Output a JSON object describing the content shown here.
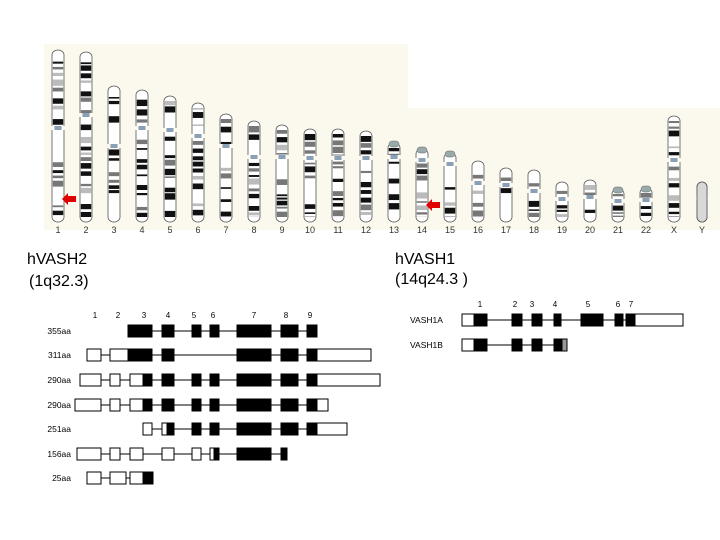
{
  "karyotype": {
    "chromosome_labels": [
      "1",
      "2",
      "3",
      "4",
      "5",
      "6",
      "7",
      "8",
      "9",
      "10",
      "11",
      "12",
      "13",
      "14",
      "15",
      "16",
      "17",
      "18",
      "19",
      "20",
      "21",
      "22",
      "X",
      "Y"
    ],
    "marker_color": "#e00000"
  },
  "vash2": {
    "name": "hVASH2",
    "locus": "(1q32.3)",
    "exon_numbers": [
      "1",
      "2",
      "3",
      "4",
      "5",
      "6",
      "7",
      "8",
      "9"
    ],
    "isoforms": [
      {
        "label": "355aa"
      },
      {
        "label": "311aa"
      },
      {
        "label": "290aa"
      },
      {
        "label": "290aa"
      },
      {
        "label": "251aa"
      },
      {
        "label": "156aa"
      },
      {
        "label": "25aa"
      }
    ]
  },
  "vash1": {
    "name": "hVASH1",
    "locus": "(14q24.3 )",
    "exon_numbers": [
      "1",
      "2",
      "3",
      "4",
      "5",
      "6",
      "7"
    ],
    "isoforms": [
      {
        "label": "VASH1A"
      },
      {
        "label": "VASH1B"
      }
    ]
  }
}
